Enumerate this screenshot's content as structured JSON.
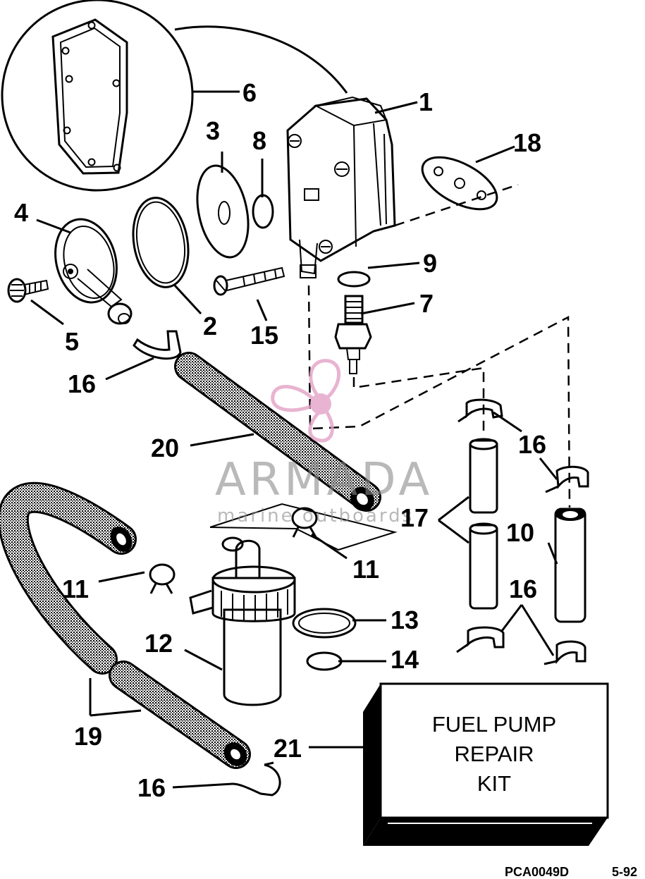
{
  "callouts": [
    {
      "id": "c1",
      "label": "1"
    },
    {
      "id": "c2",
      "label": "2"
    },
    {
      "id": "c3",
      "label": "3"
    },
    {
      "id": "c4",
      "label": "4"
    },
    {
      "id": "c5",
      "label": "5"
    },
    {
      "id": "c6",
      "label": "6"
    },
    {
      "id": "c7",
      "label": "7"
    },
    {
      "id": "c8",
      "label": "8"
    },
    {
      "id": "c9",
      "label": "9"
    },
    {
      "id": "c10",
      "label": "10"
    },
    {
      "id": "c11a",
      "label": "11"
    },
    {
      "id": "c11b",
      "label": "11"
    },
    {
      "id": "c12",
      "label": "12"
    },
    {
      "id": "c13",
      "label": "13"
    },
    {
      "id": "c14",
      "label": "14"
    },
    {
      "id": "c15",
      "label": "15"
    },
    {
      "id": "c16a",
      "label": "16"
    },
    {
      "id": "c16b",
      "label": "16"
    },
    {
      "id": "c16c",
      "label": "16"
    },
    {
      "id": "c16d",
      "label": "16"
    },
    {
      "id": "c17",
      "label": "17"
    },
    {
      "id": "c18",
      "label": "18"
    },
    {
      "id": "c19",
      "label": "19"
    },
    {
      "id": "c20",
      "label": "20"
    },
    {
      "id": "c21",
      "label": "21"
    }
  ],
  "kit": {
    "line1": "FUEL PUMP",
    "line2": "REPAIR",
    "line3": "KIT"
  },
  "footer": {
    "code": "PCA0049D",
    "date": "5-92"
  },
  "watermark": {
    "title": "ARMADA",
    "subtitle": "marine outboards",
    "color": "#e3a2c6"
  }
}
